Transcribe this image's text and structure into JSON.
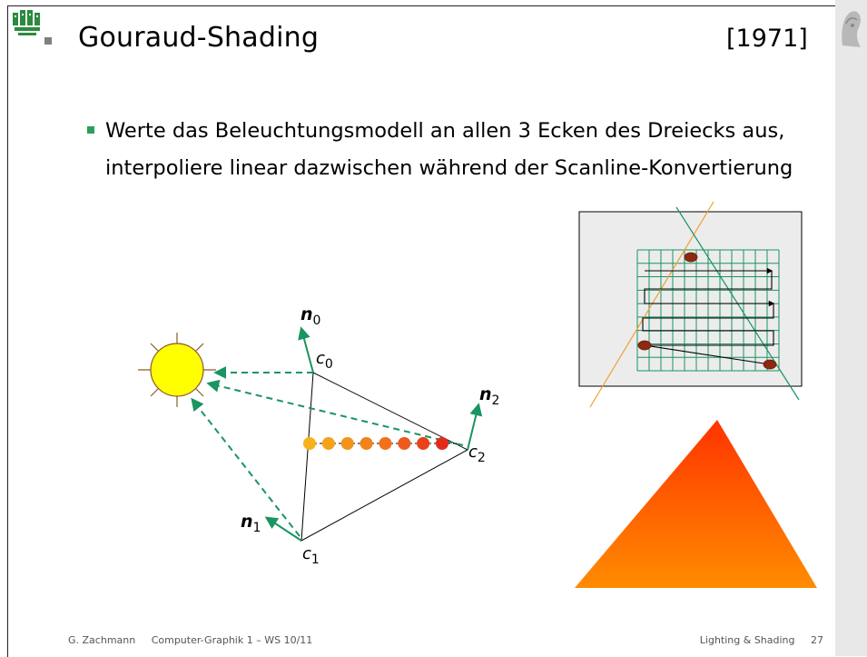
{
  "slide": {
    "title": "Gouraud-Shading",
    "year": "[1971]",
    "bullet": "Werte das Beleuchtungsmodell an allen 3 Ecken des Dreiecks aus, interpoliere linear dazwischen während der Scanline-Konvertierung"
  },
  "diagram": {
    "labels": {
      "n0": "n",
      "n0_sub": "0",
      "c0": "c",
      "c0_sub": "0",
      "n1": "n",
      "n1_sub": "1",
      "c1": "c",
      "c1_sub": "1",
      "n2": "n",
      "n2_sub": "2",
      "c2": "c",
      "c2_sub": "2"
    },
    "dot_colors": [
      "#f7b21a",
      "#f5a21a",
      "#f4921a",
      "#f3821a",
      "#f1721a",
      "#ee5a1a",
      "#e9411a",
      "#e12a1a"
    ]
  },
  "footer": {
    "author": "G. Zachmann",
    "course": "Computer-Graphik 1 – WS 10/11",
    "topic": "Lighting & Shading",
    "page": "27"
  },
  "colors": {
    "accent_green": "#2aa05a",
    "arrow_green": "#1a9460",
    "sun_fill": "#ffff00",
    "sun_ray": "#8b5a2b"
  }
}
